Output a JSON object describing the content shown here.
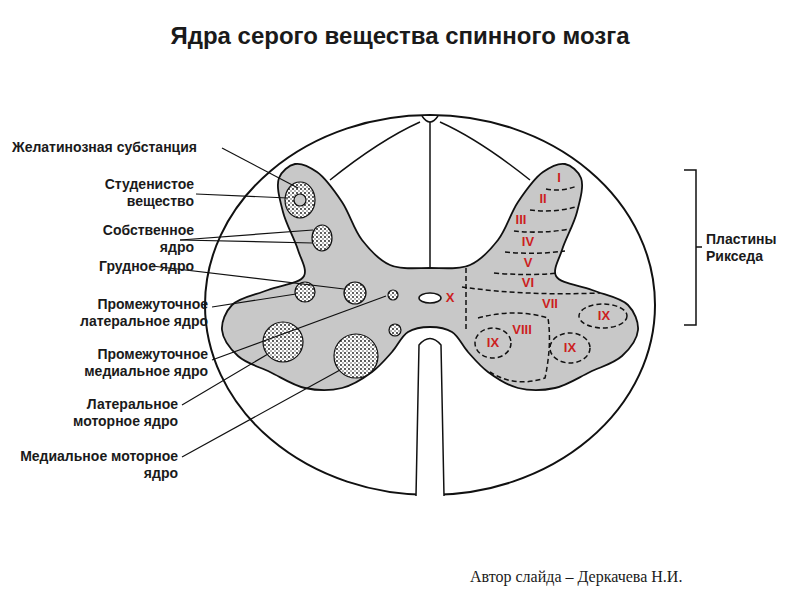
{
  "diagram": {
    "title": "Ядра серого вещества спинного мозга",
    "caption": "Автор слайда – Деркачева Н.И.",
    "labels": [
      "Желатинозная субстанция",
      "Студенистое вещество",
      "Собственное ядро",
      "Грудное ядро",
      "Промежуточное латеральное ядро",
      "Промежуточное медиальное ядро",
      "Латеральное моторное ядро",
      "Медиальное моторное ядро",
      "Пластины Рикседа",
      "I",
      "II",
      "III",
      "IV",
      "V",
      "VI",
      "VII",
      "VIII",
      "IX",
      "IX",
      "IX",
      "X"
    ]
  }
}
